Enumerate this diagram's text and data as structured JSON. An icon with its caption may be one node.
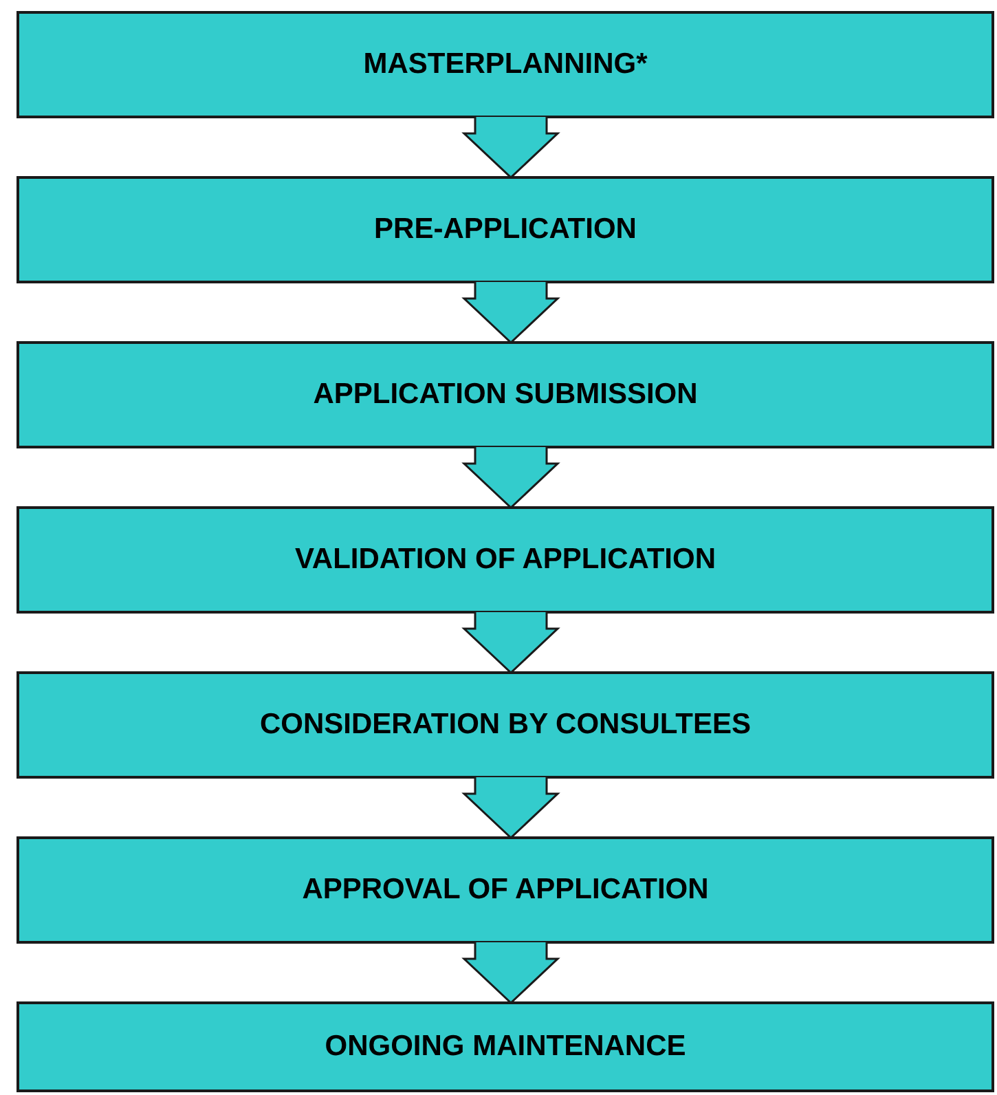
{
  "diagram": {
    "nodes": [
      {
        "text": [
          "MASTERPLANNING*"
        ]
      },
      {
        "text": [
          "PRE-APPLICATION"
        ]
      },
      {
        "text": [
          "APPLICATION SUBMISSION"
        ]
      },
      {
        "text": [
          "VALIDATION OF APPLICATION"
        ]
      },
      {
        "text": [
          "CONSIDERATION BY CONSULTEES"
        ]
      },
      {
        "text": [
          "APPROVAL OF APPLICATION"
        ]
      },
      {
        "text": [
          "ONGOING MAINTENANCE"
        ]
      }
    ],
    "edges": [
      {
        "from": 0,
        "to": 1,
        "arrow": "to"
      },
      {
        "from": 1,
        "to": 2,
        "arrow": "to"
      },
      {
        "from": 2,
        "to": 3,
        "arrow": "to"
      },
      {
        "from": 3,
        "to": 4,
        "arrow": "to"
      },
      {
        "from": 4,
        "to": 5,
        "arrow": "to"
      },
      {
        "from": 5,
        "to": 6,
        "arrow": "to"
      }
    ]
  }
}
